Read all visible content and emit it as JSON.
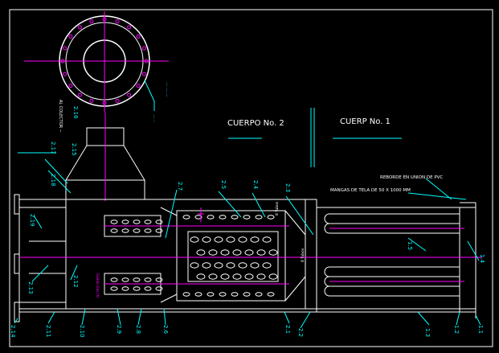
{
  "drawing": {
    "title_cuerpo2": "CUERPO No. 2",
    "title_cuerpo1": "CUERP No. 1",
    "note_reborde": "REBORDE EN UNION DE PVC",
    "note_mangas": "MANGAS DE TELA DE 50 X 1000 MM",
    "rotated_note_1": "AL COLECTOR --",
    "rotated_note_2": "Salida Gas IN",
    "rotated_note_3": "8 Tubos",
    "rotated_note_4": "8 Tubos"
  },
  "labels": {
    "l_2_16": "2.16",
    "l_2_15": "2.15",
    "l_2_17": "2.17",
    "l_2_18": "2.18",
    "l_2_7": "2.7",
    "l_2_5": "2.5",
    "l_2_4": "2.4",
    "l_2_3": "2.3",
    "l_2_19": "2.19",
    "l_2_12": "2.12",
    "l_2_13": "2.13",
    "l_2_14": "2.14",
    "l_2_11": "2.11",
    "l_2_10": "2.10",
    "l_2_9": "2.9",
    "l_2_8": "2.8",
    "l_2_6": "2.6",
    "l_2_1": "2.1",
    "l_2_2": "2.2",
    "l_1_3": "1.3",
    "l_1_2": "1.2",
    "l_1_1": "1.1",
    "l_1_4": "1.4",
    "l_1_5": "1.5"
  },
  "colors": {
    "background": "#000000",
    "structure": "#ffffff",
    "dimension": "#00ffff",
    "centerline": "#ff00ff",
    "holes": "#ffff00"
  }
}
